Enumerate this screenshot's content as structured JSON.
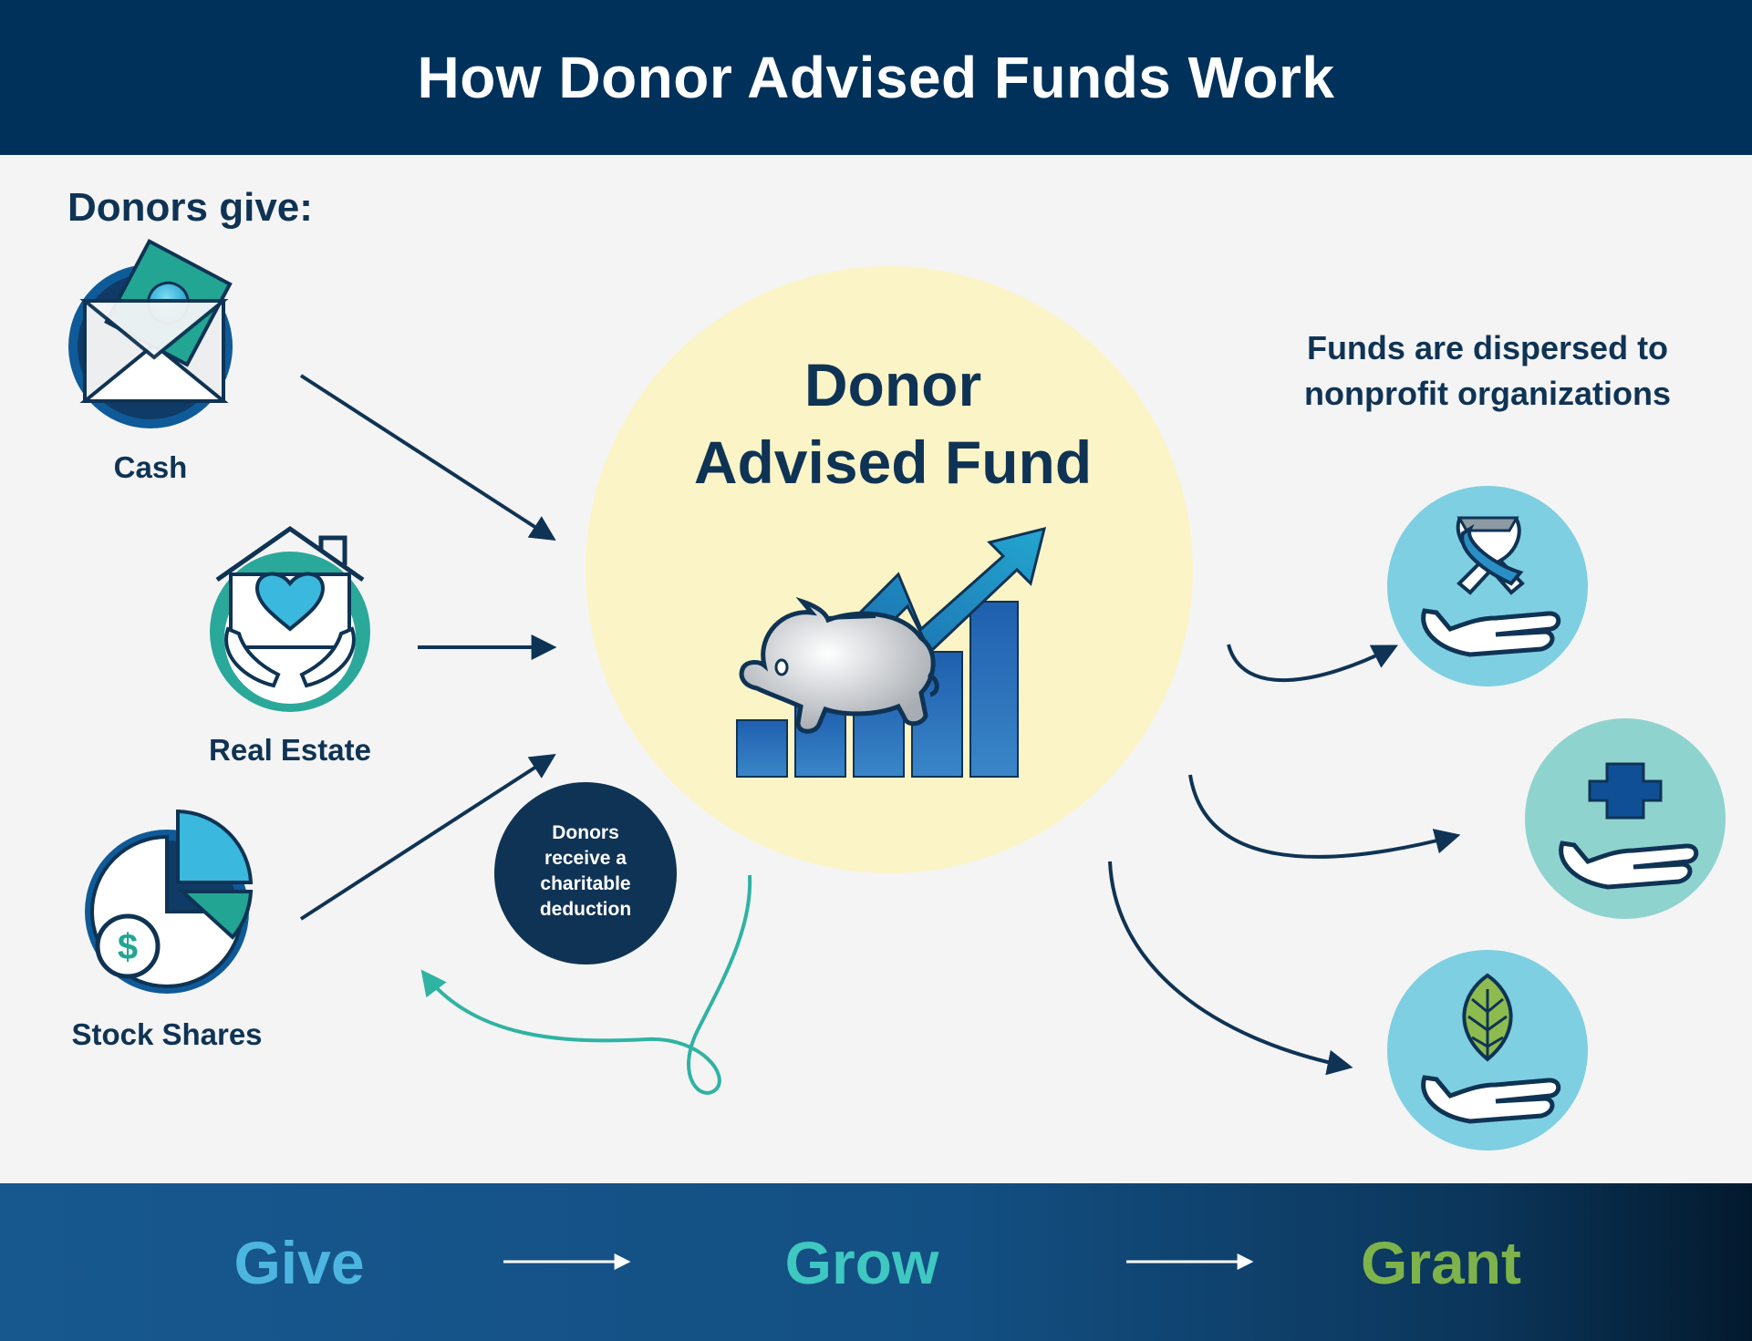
{
  "header": {
    "title": "How Donor Advised Funds Work"
  },
  "donors": {
    "heading": "Donors give:",
    "items": [
      {
        "label": "Cash",
        "icon": "cash-envelope-icon"
      },
      {
        "label": "Real Estate",
        "icon": "house-heart-icon"
      },
      {
        "label": "Stock Shares",
        "icon": "pie-chart-dollar-icon"
      }
    ]
  },
  "fund": {
    "title_line1": "Donor",
    "title_line2": "Advised Fund",
    "icon": "piggy-bank-growth-icon"
  },
  "deduction": {
    "line1": "Donors",
    "line2": "receive a",
    "line3": "charitable",
    "line4": "deduction"
  },
  "dispersal": {
    "line1": "Funds are dispersed to",
    "line2": "nonprofit organizations",
    "items": [
      {
        "icon": "awareness-ribbon-hand-icon"
      },
      {
        "icon": "medical-cross-hand-icon"
      },
      {
        "icon": "leaf-hand-icon"
      }
    ]
  },
  "steps": [
    {
      "label": "Give",
      "color": "#4db6e0"
    },
    {
      "label": "Grow",
      "color": "#3fc7c1"
    },
    {
      "label": "Grant",
      "color": "#7db34a"
    }
  ],
  "colors": {
    "navy": "#00315a",
    "fund_circle": "#fbf4c6",
    "arrow_dark": "#0f3354",
    "arrow_teal": "#2fb3a3"
  }
}
